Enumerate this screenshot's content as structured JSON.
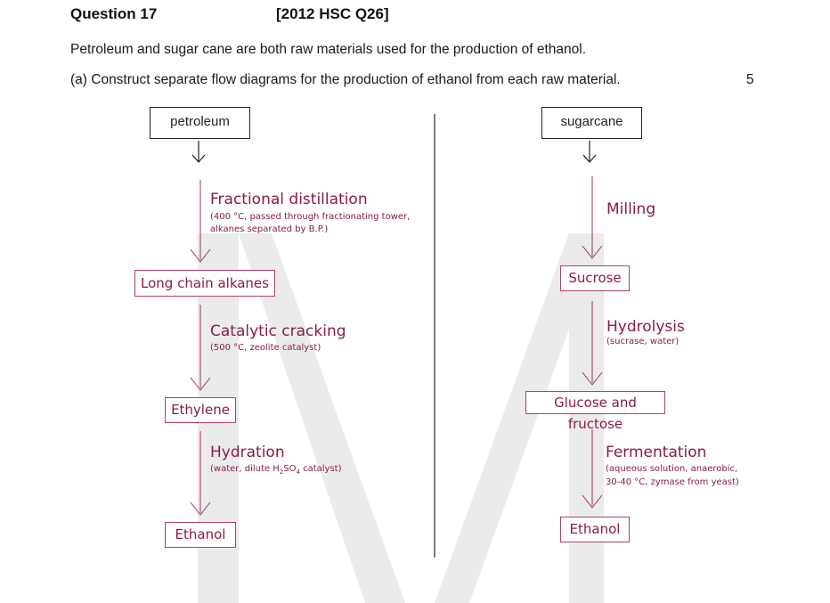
{
  "question": {
    "number": "Question 17",
    "reference": "[2012 HSC Q26]"
  },
  "intro": "Petroleum and sugar cane are both raw materials used for the production of ethanol.",
  "part_a": {
    "text": "(a) Construct separate flow diagrams for the production of ethanol from each raw material.",
    "marks": "5"
  },
  "left_flow": {
    "raw": "petroleum",
    "step1": {
      "title": "Fractional distillation",
      "note1": "(400 °C, passed through fractionating tower,",
      "note2": "alkanes separated by B.P.)"
    },
    "product1": "Long chain alkanes",
    "step2": {
      "title": "Catalytic cracking",
      "note1": "(500 °C, zeolite catalyst)"
    },
    "product2": "Ethylene",
    "step3": {
      "title": "Hydration",
      "note_pre": "(water, dilute H",
      "sub1": "2",
      "note_mid": "SO",
      "sub2": "4",
      "note_post": " catalyst)"
    },
    "product3": "Ethanol"
  },
  "right_flow": {
    "raw": "sugarcane",
    "step1": {
      "title": "Milling"
    },
    "product1": "Sucrose",
    "step2": {
      "title": "Hydrolysis",
      "note1": "(sucrase, water)"
    },
    "product2": "Glucose and fructose",
    "step3": {
      "title": "Fermentation",
      "note1": "(aqueous solution, anaerobic,",
      "note2": "30-40 °C, zymase from yeast)"
    },
    "product3": "Ethanol"
  },
  "colors": {
    "accent": "#8b1a4a",
    "watermark": "#e6e6e6"
  }
}
